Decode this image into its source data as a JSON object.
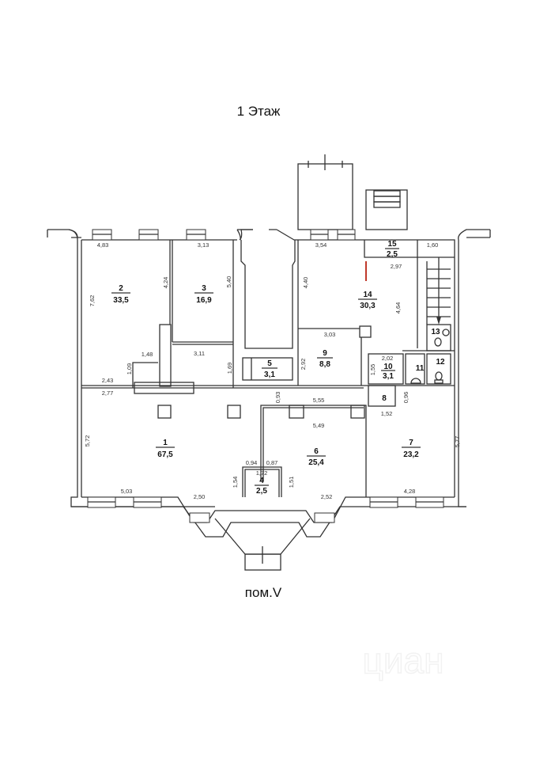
{
  "title": "1 Этаж",
  "caption": "пом.V",
  "watermark": "циан",
  "rooms": [
    {
      "number": "1",
      "area": "67,5"
    },
    {
      "number": "2",
      "area": "33,5"
    },
    {
      "number": "3",
      "area": "16,9"
    },
    {
      "number": "4",
      "area": "2,5"
    },
    {
      "number": "5",
      "area": "3,1"
    },
    {
      "number": "6",
      "area": "25,4"
    },
    {
      "number": "7",
      "area": "23,2"
    },
    {
      "number": "8"
    },
    {
      "number": "9",
      "area": "8,8"
    },
    {
      "number": "10",
      "area": "3,1"
    },
    {
      "number": "11"
    },
    {
      "number": "12"
    },
    {
      "number": "13"
    },
    {
      "number": "14",
      "area": "30,3"
    },
    {
      "number": "15",
      "area": "2,5"
    }
  ],
  "dimensions": [
    "4,83",
    "3,13",
    "3,54",
    "1,60",
    "2,97",
    "7,62",
    "4,24",
    "5,40",
    "4,40",
    "4,64",
    "1,48",
    "3,11",
    "3,03",
    "1,69",
    "2,92",
    "1,55",
    "2,02",
    "0,96",
    "1,52",
    "1,09",
    "2,43",
    "2,77",
    "0,93",
    "5,55",
    "5,49",
    "5,72",
    "5,77",
    "0,94",
    "0,87",
    "1,72",
    "1,54",
    "1,51",
    "5,03",
    "2,50",
    "2,52",
    "4,28"
  ]
}
